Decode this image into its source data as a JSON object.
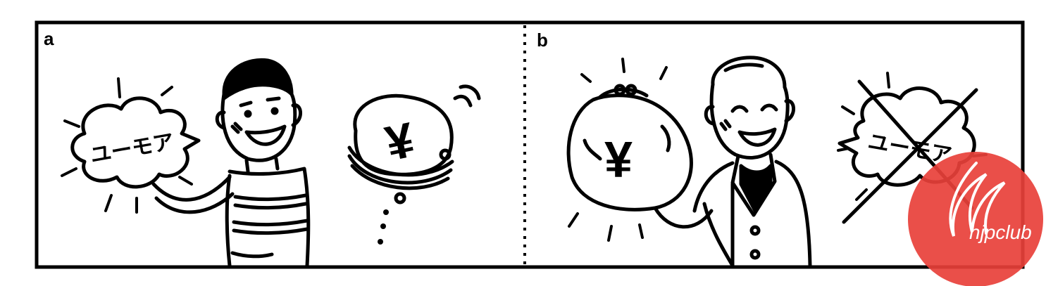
{
  "panels": [
    {
      "letter": "a",
      "bubble_text": "ユーモア",
      "purse_symbol": "¥"
    },
    {
      "letter": "b",
      "bubble_text": "ユーモア",
      "purse_symbol": "¥"
    }
  ],
  "watermark": {
    "text": "njpclub",
    "color": "#e8403a"
  },
  "colors": {
    "ink": "#000000",
    "paper": "#ffffff"
  }
}
